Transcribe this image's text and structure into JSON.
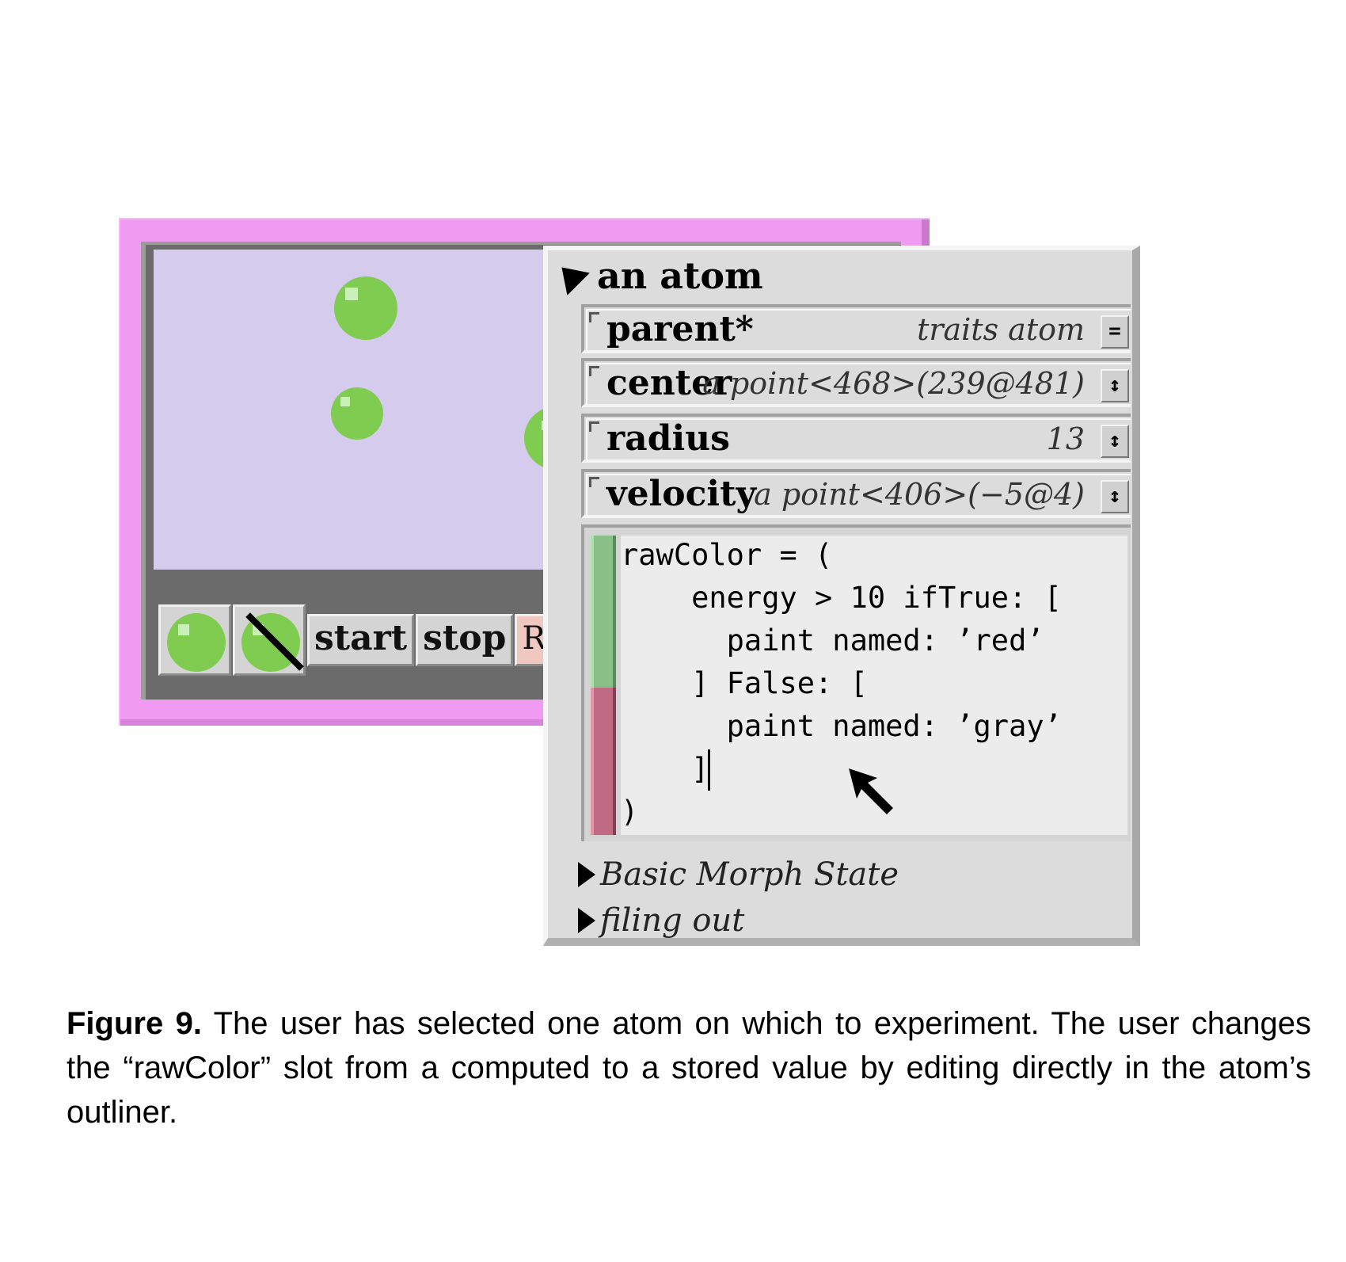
{
  "toolbar": {
    "start_label": "start",
    "stop_label": "stop",
    "reset_label": "Reset"
  },
  "outliner": {
    "title": "an atom",
    "slots": [
      {
        "name": "parent*",
        "value": "traits atom",
        "button": "="
      },
      {
        "name": "center",
        "value": "a point<468>(239@481)",
        "button": "↕"
      },
      {
        "name": "radius",
        "value": "13",
        "button": "↕"
      },
      {
        "name": "velocity",
        "value": "a point<406>(−5@4)",
        "button": "↕"
      }
    ],
    "code_lines": [
      "rawColor = (",
      "    energy > 10 ifTrue: [",
      "      paint named: ’red’",
      "    ] False: [",
      "      paint named: ’gray’",
      "    ]",
      ")"
    ],
    "categories": [
      "Basic Morph State",
      "filing out"
    ]
  },
  "caption": {
    "label": "Figure 9.",
    "text": " The user has selected one atom on which to experiment. The user changes the “rawColor” slot from a computed to a stored value by editing directly in the atom’s outliner."
  },
  "colors": {
    "world_frame": "#f09af2",
    "canvas": "#d5cbec",
    "atom": "#80cc50",
    "accept": "#88c088",
    "cancel": "#c06a84"
  },
  "icons": [
    "collapse-triangle-icon",
    "expand-triangle-icon",
    "atom-tool-icon",
    "no-atom-tool-icon",
    "mouse-pointer-icon",
    "slot-corner-icon"
  ]
}
